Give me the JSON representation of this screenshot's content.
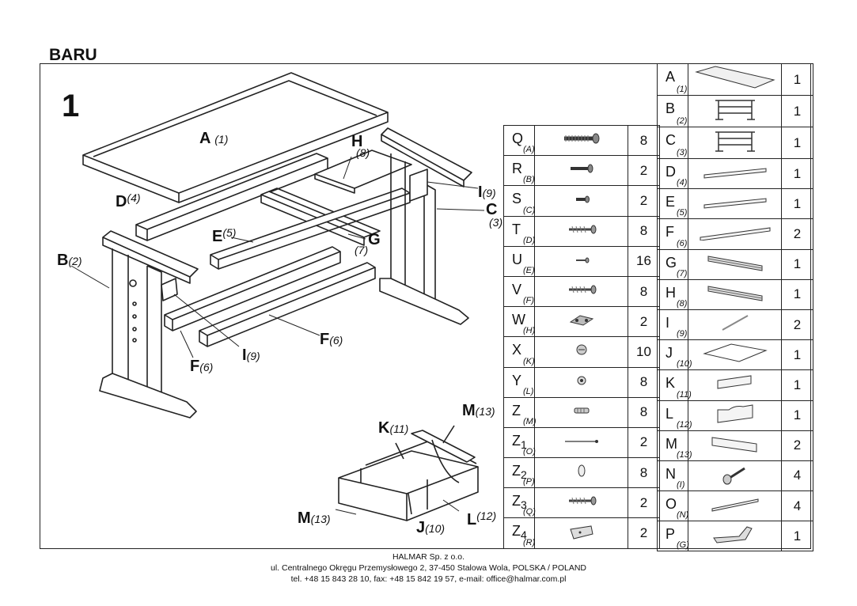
{
  "title": "BARU",
  "step_number": "1",
  "assembly_labels": [
    {
      "id": "A",
      "letter": "A",
      "num": "(1)"
    },
    {
      "id": "H",
      "letter": "H",
      "num": "(8)"
    },
    {
      "id": "D",
      "letter": "D",
      "num": "(4)"
    },
    {
      "id": "I_top",
      "letter": "I",
      "num": "(9)"
    },
    {
      "id": "C",
      "letter": "C",
      "num": "(3)"
    },
    {
      "id": "E",
      "letter": "E",
      "num": "(5)"
    },
    {
      "id": "G",
      "letter": "G",
      "num": "(7)"
    },
    {
      "id": "B",
      "letter": "B",
      "num": "(2)"
    },
    {
      "id": "F_right",
      "letter": "F",
      "num": "(6)"
    },
    {
      "id": "I_bottom",
      "letter": "I",
      "num": "(9)"
    },
    {
      "id": "F_left",
      "letter": "F",
      "num": "(6)"
    },
    {
      "id": "M_top",
      "letter": "M",
      "num": "(13)"
    },
    {
      "id": "K",
      "letter": "K",
      "num": "(11)"
    },
    {
      "id": "M_left",
      "letter": "M",
      "num": "(13)"
    },
    {
      "id": "J",
      "letter": "J",
      "num": "(10)"
    },
    {
      "id": "L",
      "letter": "L",
      "num": "(12)"
    }
  ],
  "hardware_table": [
    {
      "code": "Q",
      "sub": "",
      "ref": "(A)",
      "qty": "8",
      "icon": "long-screw-icon"
    },
    {
      "code": "R",
      "sub": "",
      "ref": "(B)",
      "qty": "2",
      "icon": "medium-screw-icon"
    },
    {
      "code": "S",
      "sub": "",
      "ref": "(C)",
      "qty": "2",
      "icon": "short-screw-icon"
    },
    {
      "code": "T",
      "sub": "",
      "ref": "(D)",
      "qty": "8",
      "icon": "wood-screw-icon"
    },
    {
      "code": "U",
      "sub": "",
      "ref": "(E)",
      "qty": "16",
      "icon": "small-screw-icon"
    },
    {
      "code": "V",
      "sub": "",
      "ref": "(F)",
      "qty": "8",
      "icon": "wood-screw-icon"
    },
    {
      "code": "W",
      "sub": "",
      "ref": "(H)",
      "qty": "2",
      "icon": "bracket-icon"
    },
    {
      "code": "X",
      "sub": "",
      "ref": "(K)",
      "qty": "10",
      "icon": "cam-lock-icon"
    },
    {
      "code": "Y",
      "sub": "",
      "ref": "(L)",
      "qty": "8",
      "icon": "cam-nut-icon"
    },
    {
      "code": "Z",
      "sub": "",
      "ref": "(M)",
      "qty": "8",
      "icon": "dowel-icon"
    },
    {
      "code": "Z",
      "sub": "1",
      "ref": "(O)",
      "qty": "2",
      "icon": "pin-icon"
    },
    {
      "code": "Z",
      "sub": "2",
      "ref": "(P)",
      "qty": "8",
      "icon": "cap-icon"
    },
    {
      "code": "Z",
      "sub": "3",
      "ref": "(Q)",
      "qty": "2",
      "icon": "wood-screw-icon"
    },
    {
      "code": "Z",
      "sub": "4",
      "ref": "(R)",
      "qty": "2",
      "icon": "washer-plate-icon"
    }
  ],
  "parts_table": [
    {
      "code": "A",
      "ref": "(1)",
      "qty": "1",
      "icon": "desk-top-panel-icon"
    },
    {
      "code": "B",
      "ref": "(2)",
      "qty": "1",
      "icon": "side-frame-icon"
    },
    {
      "code": "C",
      "ref": "(3)",
      "qty": "1",
      "icon": "side-frame-icon"
    },
    {
      "code": "D",
      "ref": "(4)",
      "qty": "1",
      "icon": "board-icon"
    },
    {
      "code": "E",
      "ref": "(5)",
      "qty": "1",
      "icon": "board-icon"
    },
    {
      "code": "F",
      "ref": "(6)",
      "qty": "2",
      "icon": "long-board-icon"
    },
    {
      "code": "G",
      "ref": "(7)",
      "qty": "1",
      "icon": "rail-icon"
    },
    {
      "code": "H",
      "ref": "(8)",
      "qty": "1",
      "icon": "rail-icon"
    },
    {
      "code": "I",
      "ref": "(9)",
      "qty": "2",
      "icon": "slat-icon"
    },
    {
      "code": "J",
      "ref": "(10)",
      "qty": "1",
      "icon": "drawer-bottom-icon"
    },
    {
      "code": "K",
      "ref": "(11)",
      "qty": "1",
      "icon": "drawer-back-icon"
    },
    {
      "code": "L",
      "ref": "(12)",
      "qty": "1",
      "icon": "drawer-front-icon"
    },
    {
      "code": "M",
      "ref": "(13)",
      "qty": "2",
      "icon": "drawer-side-icon"
    },
    {
      "code": "N",
      "ref": "(I)",
      "qty": "4",
      "icon": "knob-icon"
    },
    {
      "code": "O",
      "ref": "(N)",
      "qty": "4",
      "icon": "slider-strip-icon"
    },
    {
      "code": "P",
      "ref": "(G)",
      "qty": "1",
      "icon": "mechanism-icon"
    }
  ],
  "footer": {
    "line1": "HALMAR Sp. z o.o.",
    "line2": "ul. Centralnego Okręgu Przemysłowego 2, 37-450 Stalowa Wola, POLSKA / POLAND",
    "line3": "tel. +48 15 843 28 10, fax: +48 15 842 19 57, e-mail: office@halmar.com.pl"
  }
}
